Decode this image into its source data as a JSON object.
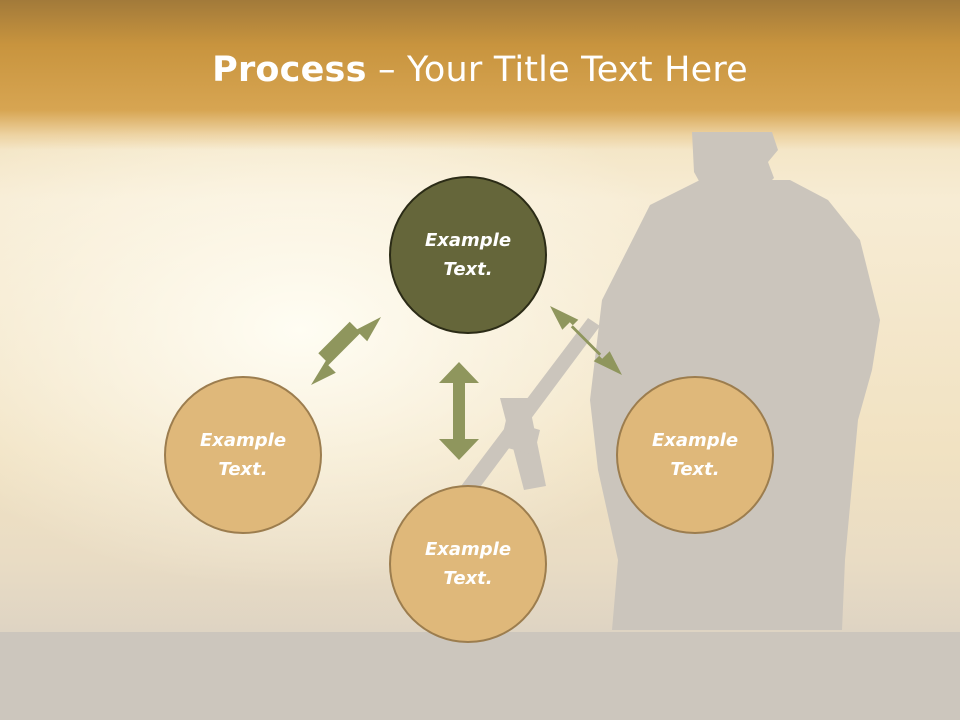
{
  "slide": {
    "title_bold": "Process",
    "title_dash": " – ",
    "title_rest": "Your Title Text Here"
  },
  "diagram": {
    "nodes": {
      "top": "Example Text.",
      "left": "Example Text.",
      "right": "Example Text.",
      "bottom": "Example Text."
    }
  },
  "colors": {
    "title_band": "#c8943e",
    "center_node": "#65663a",
    "outer_node": "#dfb87a",
    "arrow": "#8f965d",
    "silhouette": "#cbc5bc"
  }
}
